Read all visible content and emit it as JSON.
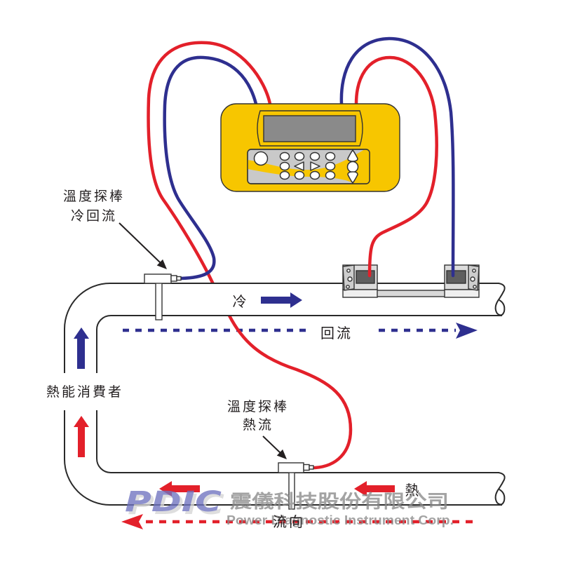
{
  "labels": {
    "return_probe": {
      "line1": "溫度探棒",
      "line2": "冷回流"
    },
    "supply_probe": {
      "line1": "溫度探棒",
      "line2": "熱流"
    },
    "heat_consumer": "熱能消費者",
    "cold": "冷",
    "return_flow": "回流",
    "hot": "熱",
    "flow_direction": "流向"
  },
  "watermark": {
    "logo": "PDIC",
    "company_zh": "震儀科技股份有限公司",
    "company_en": "Power Diagnostic Instrument Corp."
  },
  "icons": {
    "meter": "ultrasonic-heat-meter-icon",
    "transducer": "clamp-on-transducer-icon",
    "probe": "temperature-probe-icon",
    "flow_arrow": "arrow-icon"
  },
  "colors": {
    "cold_line": "#2e2f8f",
    "hot_line": "#e3202a",
    "meter_body": "#f7c600",
    "meter_screen": "#8a8a8a",
    "meter_keypad": "#c9c9c9",
    "cold_label": "#1d3fe0",
    "hot_label": "#e3202a",
    "watermark_logo": "#6f73c0",
    "watermark_text": "#8a8a8a"
  }
}
